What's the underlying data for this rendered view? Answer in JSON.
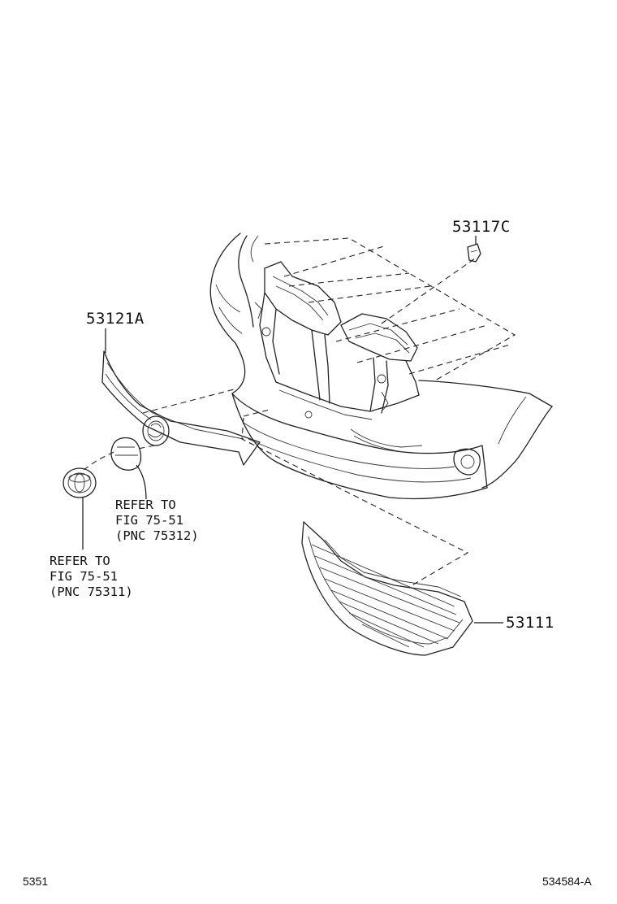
{
  "parts": {
    "p53117c": "53117C",
    "p53121a": "53121A",
    "p53111": "53111"
  },
  "refs": {
    "upper": {
      "line1": "REFER TO",
      "line2": "FIG 75-51",
      "line3": "(PNC 75312)"
    },
    "lower": {
      "line1": "REFER TO",
      "line2": "FIG 75-51",
      "line3": "(PNC 75311)"
    }
  },
  "footer": {
    "left_code": "5351",
    "right_code": "534584-A"
  }
}
